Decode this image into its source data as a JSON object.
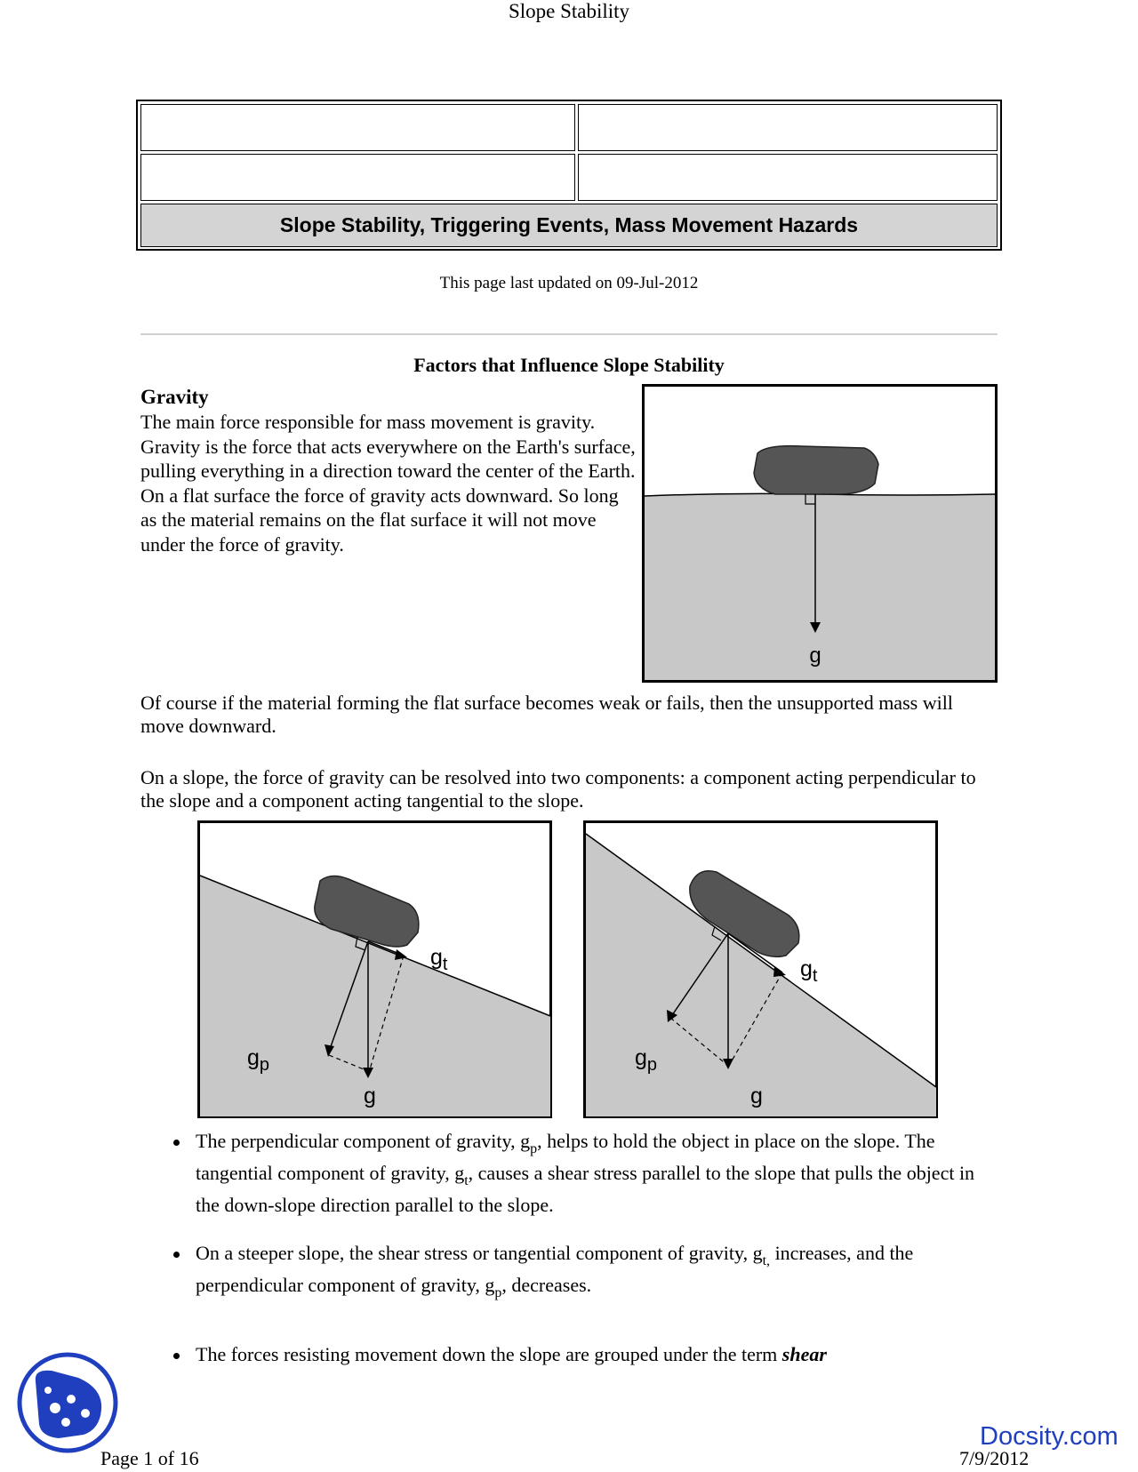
{
  "running_header": "Slope Stability",
  "header_table": {
    "title": "Slope Stability, Triggering Events, Mass Movement Hazards"
  },
  "updated": "This page last updated on 09-Jul-2012",
  "section": {
    "heading": "Factors that Influence Slope Stability",
    "gravity_heading": "Gravity",
    "gravity_paragraph": "The main force responsible for mass movement is gravity. Gravity is the force that acts everywhere on the Earth's surface, pulling everything in a direction toward the center of the Earth. On a flat surface the force of gravity acts downward. So long as the material remains on the flat surface it will not move under the force of gravity.",
    "paragraph_2": "Of course if the material forming the flat surface becomes weak or fails, then the unsupported mass will move downward.",
    "paragraph_3": "On a slope, the force of gravity can be resolved into two components: a component acting perpendicular to the slope and a component acting tangential to the slope."
  },
  "figures": {
    "flat_label_g": "g",
    "slope_label_g": "g",
    "slope_label_gp_main": "g",
    "slope_label_gp_sub": "p",
    "slope_label_gt_main": "g",
    "slope_label_gt_sub": "t"
  },
  "bullets": {
    "b1_a": "The perpendicular component of gravity, g",
    "b1_sub1": "p",
    "b1_b": ", helps to hold the object in place on the slope. The tangential component of gravity, g",
    "b1_sub2": "t",
    "b1_c": ", causes a shear stress parallel to the slope that pulls the object in the down-slope direction parallel to the slope.",
    "b2_a": "On a steeper slope, the shear stress or tangential component of gravity, g",
    "b2_sub1": "t,",
    "b2_b": " increases, and the perpendicular component of gravity, g",
    "b2_sub2": "p",
    "b2_c": ", decreases.",
    "b3_a": "The forces resisting movement down the slope are grouped under the term ",
    "b3_em": "shear"
  },
  "footer": {
    "page": "Page 1 of 16",
    "date": "7/9/2012",
    "watermark": "Docsity.com"
  },
  "colors": {
    "ground_fill": "#c8c8c8",
    "rock_fill": "#555555",
    "title_cell_fill": "#d4d4d4",
    "watermark_blue": "#1f3fbf"
  }
}
